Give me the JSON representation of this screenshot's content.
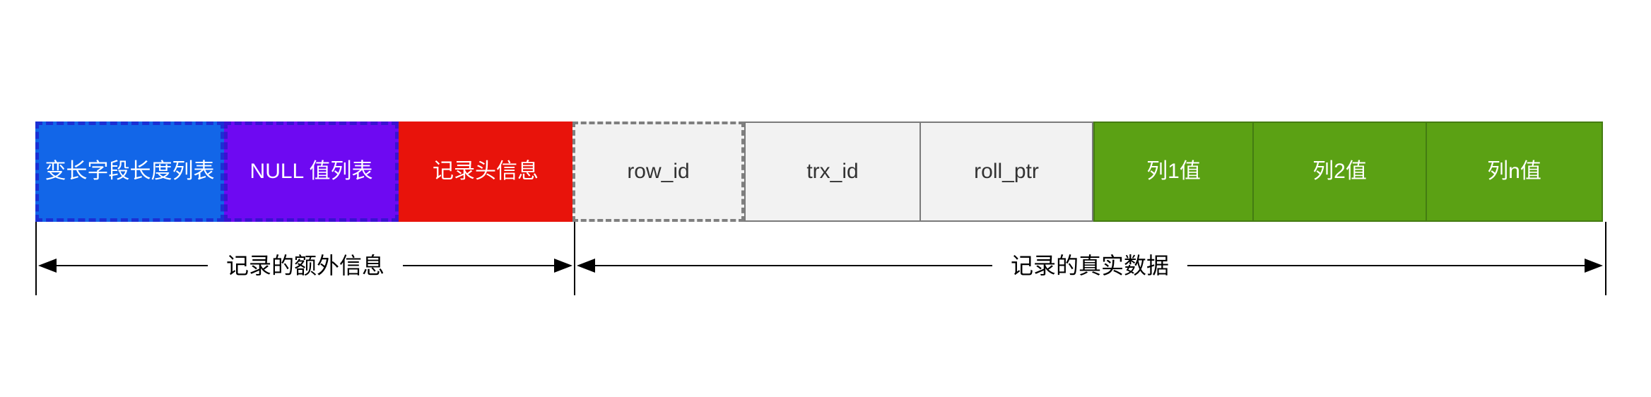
{
  "diagram": {
    "segments": [
      {
        "label": "变长字段长度列表",
        "fill": "#1266e8",
        "border": "#1b2fd4",
        "border_style": "dashed"
      },
      {
        "label": "NULL 值列表",
        "fill": "#6e09f2",
        "border": "#3a12d0",
        "border_style": "dashed"
      },
      {
        "label": "记录头信息",
        "fill": "#e8130b",
        "border": "#e8130b",
        "border_style": "none"
      },
      {
        "label": "row_id",
        "fill": "#f2f2f2",
        "border": "#7f7f7f",
        "border_style": "dashed"
      },
      {
        "label": "trx_id",
        "fill": "#f2f2f2",
        "border": "#7a7a7a",
        "border_style": "solid"
      },
      {
        "label": "roll_ptr",
        "fill": "#f2f2f2",
        "border": "#7a7a7a",
        "border_style": "solid"
      },
      {
        "label": "列1值",
        "fill": "#5ba114",
        "border": "#447c12",
        "border_style": "solid"
      },
      {
        "label": "列2值",
        "fill": "#5ba114",
        "border": "#447c12",
        "border_style": "solid"
      },
      {
        "label": "列n值",
        "fill": "#5ba114",
        "border": "#447c12",
        "border_style": "solid"
      }
    ],
    "measures": {
      "extra": {
        "label": "记录的额外信息"
      },
      "real": {
        "label": "记录的真实数据"
      }
    },
    "colors": {
      "arrow": "#000000",
      "text_on_color": "#ffffff",
      "text_on_gray": "#333333",
      "background": "#ffffff"
    }
  }
}
